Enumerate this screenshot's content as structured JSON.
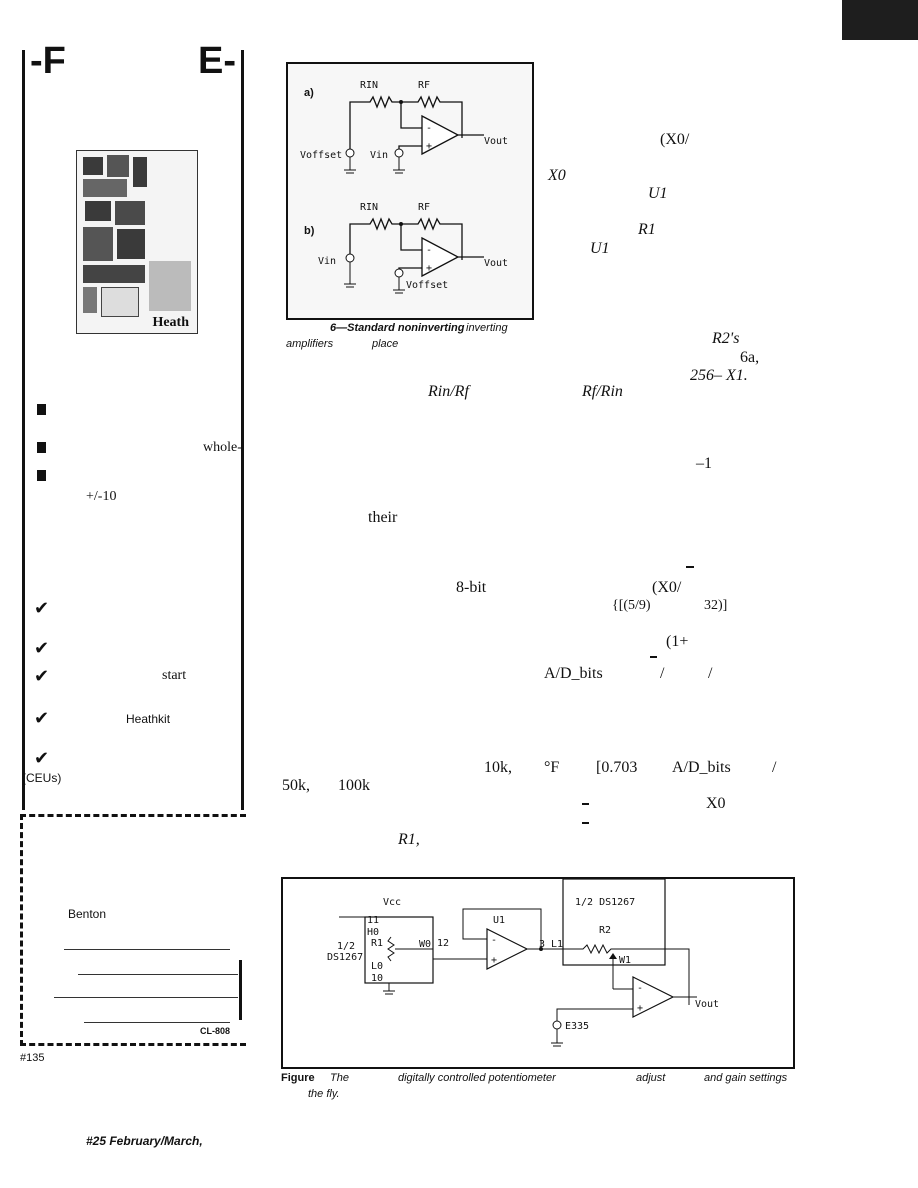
{
  "ad": {
    "title_left": "-F",
    "title_right": "E-",
    "catalog_brand": "Heath",
    "bullet_1": "whole-",
    "bullet_2": "+/-10",
    "check_1": "start",
    "check_2": "Heathkit",
    "check_3": "(CEUs)",
    "coupon_name": "Benton",
    "coupon_code": "CL-808",
    "reader_service": "#135"
  },
  "figure6": {
    "label_a": "a)",
    "label_b": "b)",
    "rin": "RIN",
    "rf": "RF",
    "voffset": "Voffset",
    "vin": "Vin",
    "vout": "Vout",
    "caption_line1": "6—Standard noninverting",
    "caption_inverting": "inverting",
    "caption_line2a": "amplifiers",
    "caption_line2b": "place"
  },
  "body_fragments": {
    "f1": "(X0/",
    "f2": "X0",
    "f3": "U1",
    "f4": "R1",
    "f5": "U1",
    "f6": "R2's",
    "f7": "6a,",
    "f8": "256– X1.",
    "f9": "Rin/Rf",
    "f10": "Rf/Rin",
    "f11": "–1",
    "f12": "their",
    "f13": "8-bit",
    "f14": "(X0/",
    "f15": "{[(5/9)",
    "f16": "32)]",
    "f17": "(1+",
    "f18": "A/D_bits",
    "f19": "/",
    "f20": "/",
    "f21": "10k,",
    "f22": "°F",
    "f23": "[0.703",
    "f24": "A/D_bits",
    "f25": "/",
    "f26": "50k,",
    "f27": "100k",
    "f28": "X0",
    "f29": "R1,"
  },
  "figure7": {
    "vcc": "Vcc",
    "pin_11": "11",
    "h0": "H0",
    "r1": "R1",
    "ic_half": "1/2",
    "ic_name": "DS1267",
    "w0": "W0",
    "pin_12": "12",
    "l0": "L0",
    "pin_10": "10",
    "u1": "U1",
    "top_ic": "1/2 DS1267",
    "r2": "R2",
    "pin_3": "3",
    "l1": "L1",
    "w1": "W1",
    "vout": "Vout",
    "e335": "E335",
    "caption_fig": "Figure",
    "caption_the": "The",
    "caption_dcp": "digitally controlled potentiometer",
    "caption_adjust": "adjust",
    "caption_gain": "and gain settings",
    "caption_fly": "the fly."
  },
  "footer": {
    "issue": "#25 February/March,"
  }
}
